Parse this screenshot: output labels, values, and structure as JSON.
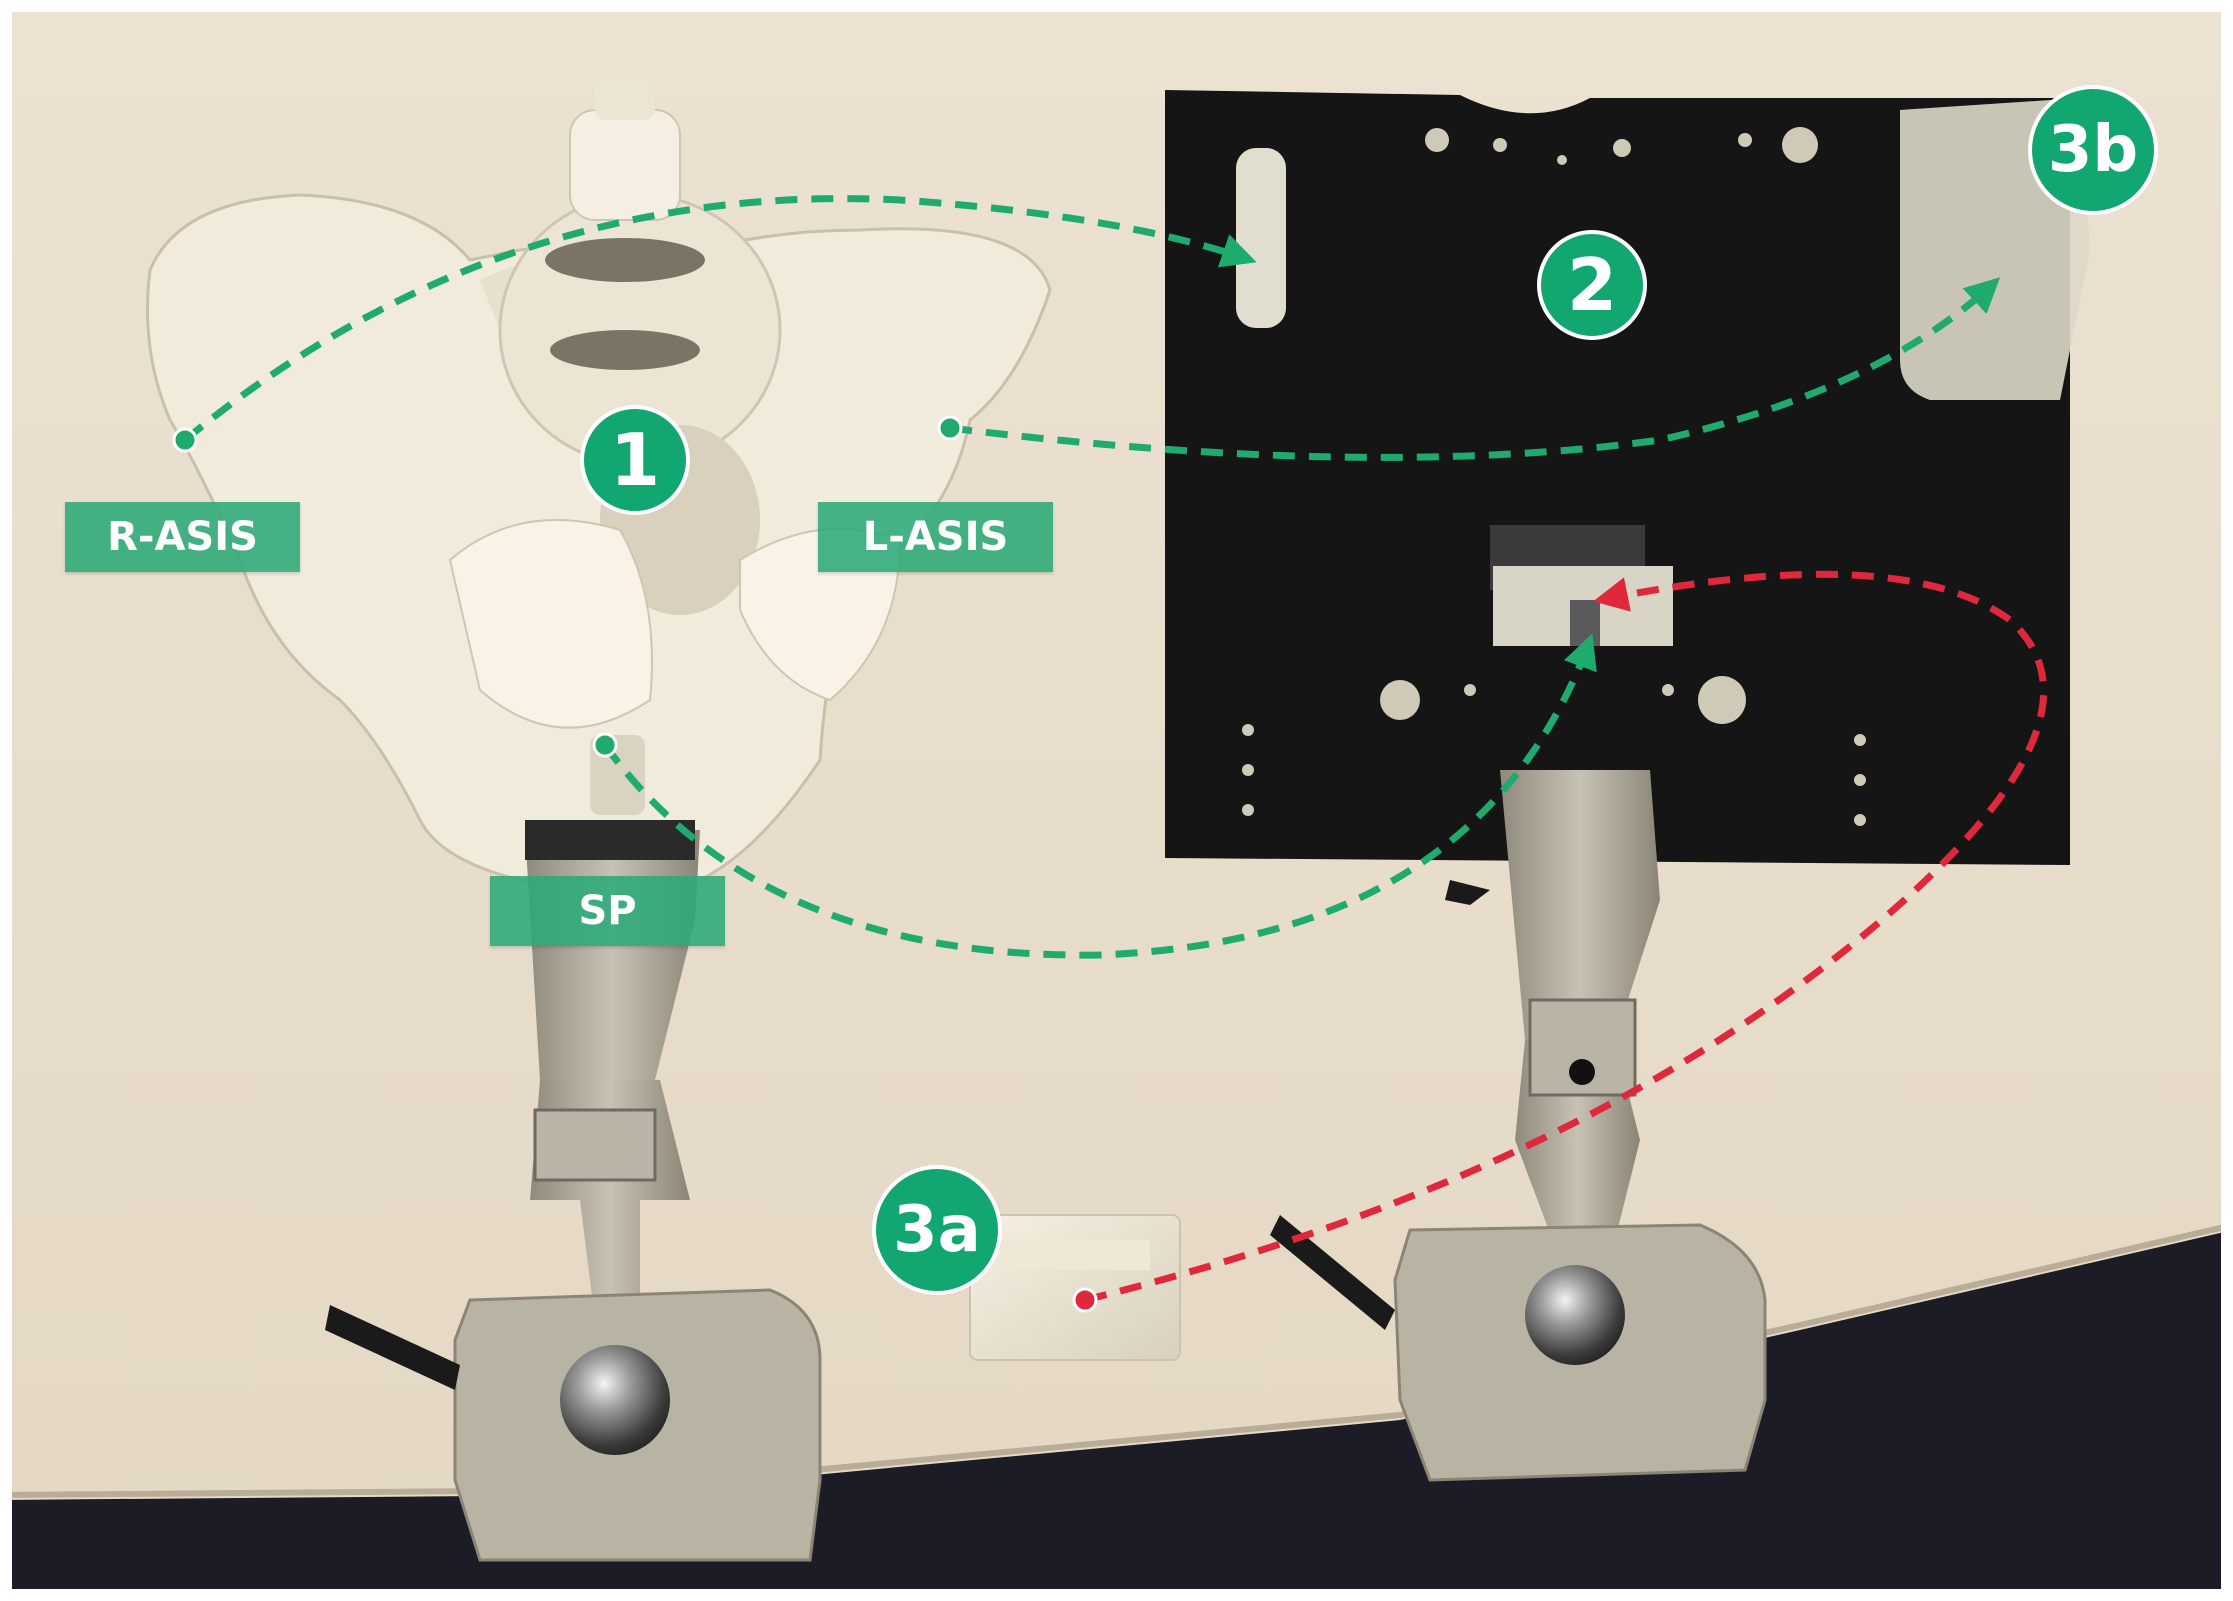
{
  "labels": {
    "r_asis": "R-ASIS",
    "l_asis": "L-ASIS",
    "sp": "SP"
  },
  "badges": {
    "one": "1",
    "two": "2",
    "three_a": "3a",
    "three_b": "3b"
  },
  "colors": {
    "label_green": "#2baa78",
    "badge_green": "#12a670",
    "arrow_green": "#1faa6e",
    "arrow_red": "#e0283c",
    "table": "#efe6d6",
    "plate": "#141414",
    "floor": "#1a1a24"
  }
}
